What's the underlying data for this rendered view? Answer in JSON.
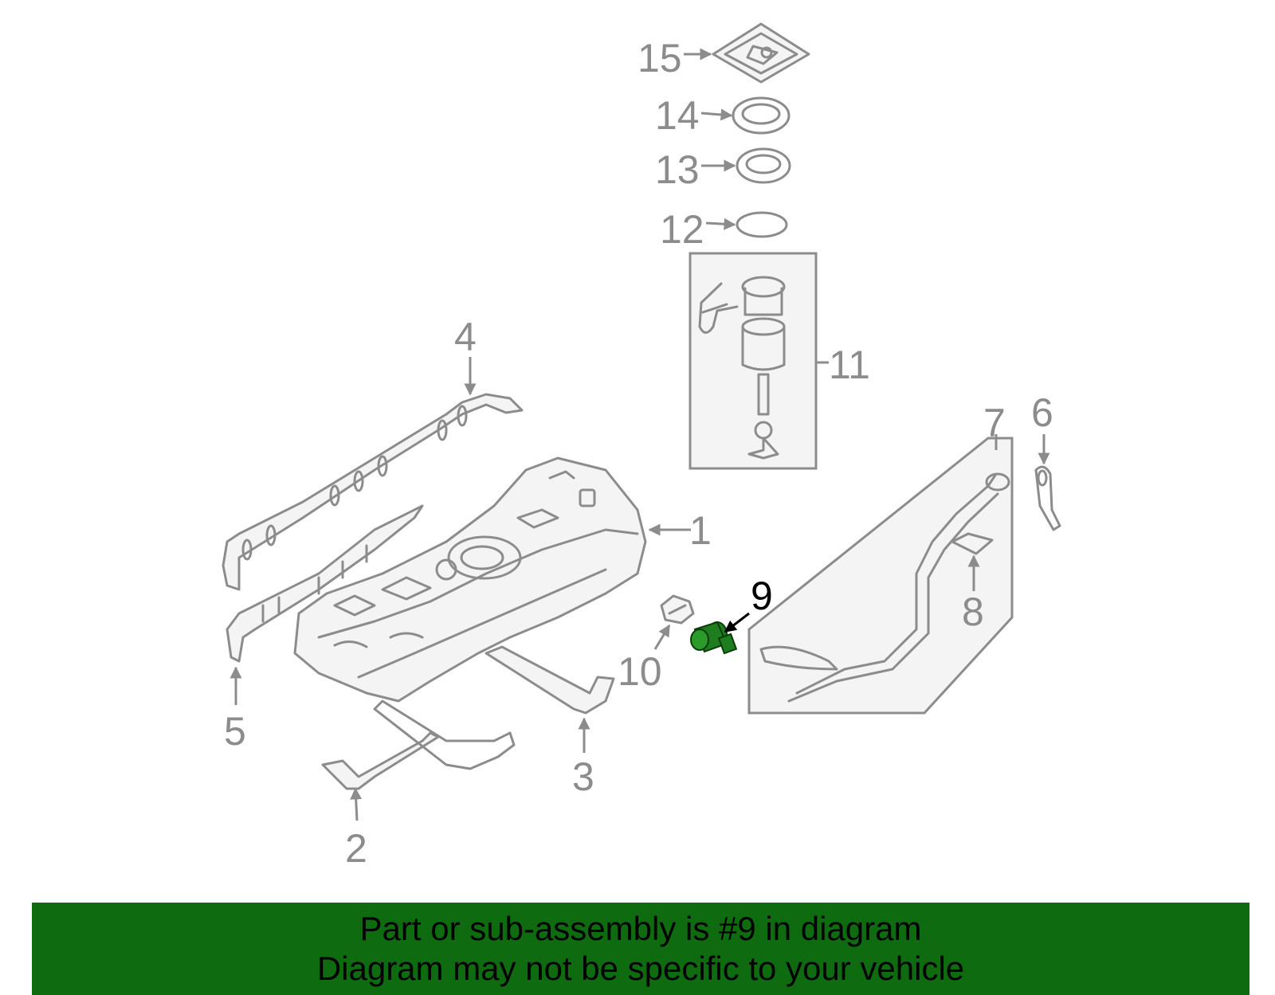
{
  "diagram": {
    "highlighted_part": "9",
    "highlight_color": "#1e7d1e",
    "callouts": [
      "1",
      "2",
      "3",
      "4",
      "5",
      "6",
      "7",
      "8",
      "9",
      "10",
      "11",
      "12",
      "13",
      "14",
      "15"
    ]
  },
  "banner": {
    "background_color": "#0f6b0f",
    "line1": "Part or sub-assembly is #9 in diagram",
    "line2": "Diagram may not be specific to your vehicle"
  }
}
